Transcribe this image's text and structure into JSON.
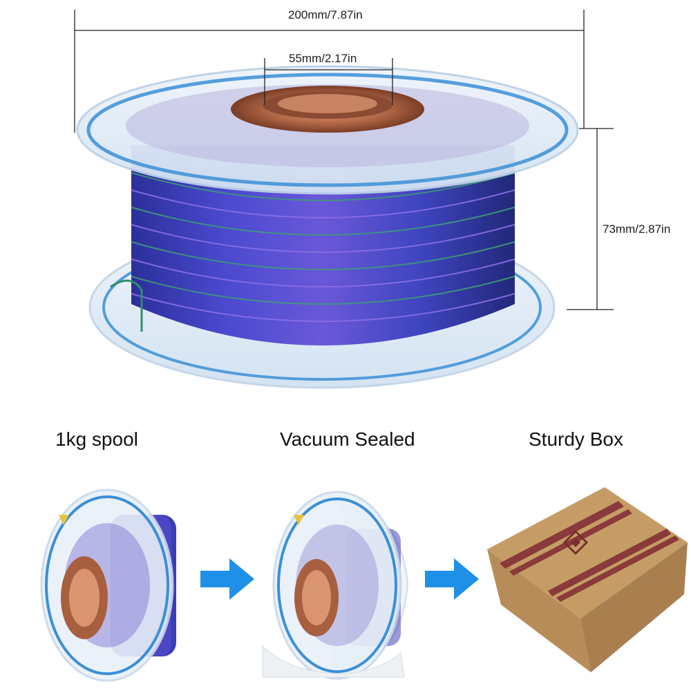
{
  "dimensions": {
    "width_label": "200mm/7.87in",
    "hub_label": "55mm/2.17in",
    "height_label": "73mm/2.87in"
  },
  "captions": {
    "spool": "1kg spool",
    "vacuum": "Vacuum Sealed",
    "box": "Sturdy Box"
  },
  "colors": {
    "filament_blue": "#3d3fb0",
    "filament_green": "#2f8f6a",
    "filament_purple": "#6a48c8",
    "flange_edge": "#3b8fd6",
    "copper_hub": "#b06a4a",
    "arrow_blue": "#1e90e8",
    "box_cardboard": "#c49a64",
    "box_stripe": "#8a3a3a"
  },
  "icons": [
    "right-arrow-icon",
    "right-arrow-icon",
    "brand-logo-icon"
  ]
}
